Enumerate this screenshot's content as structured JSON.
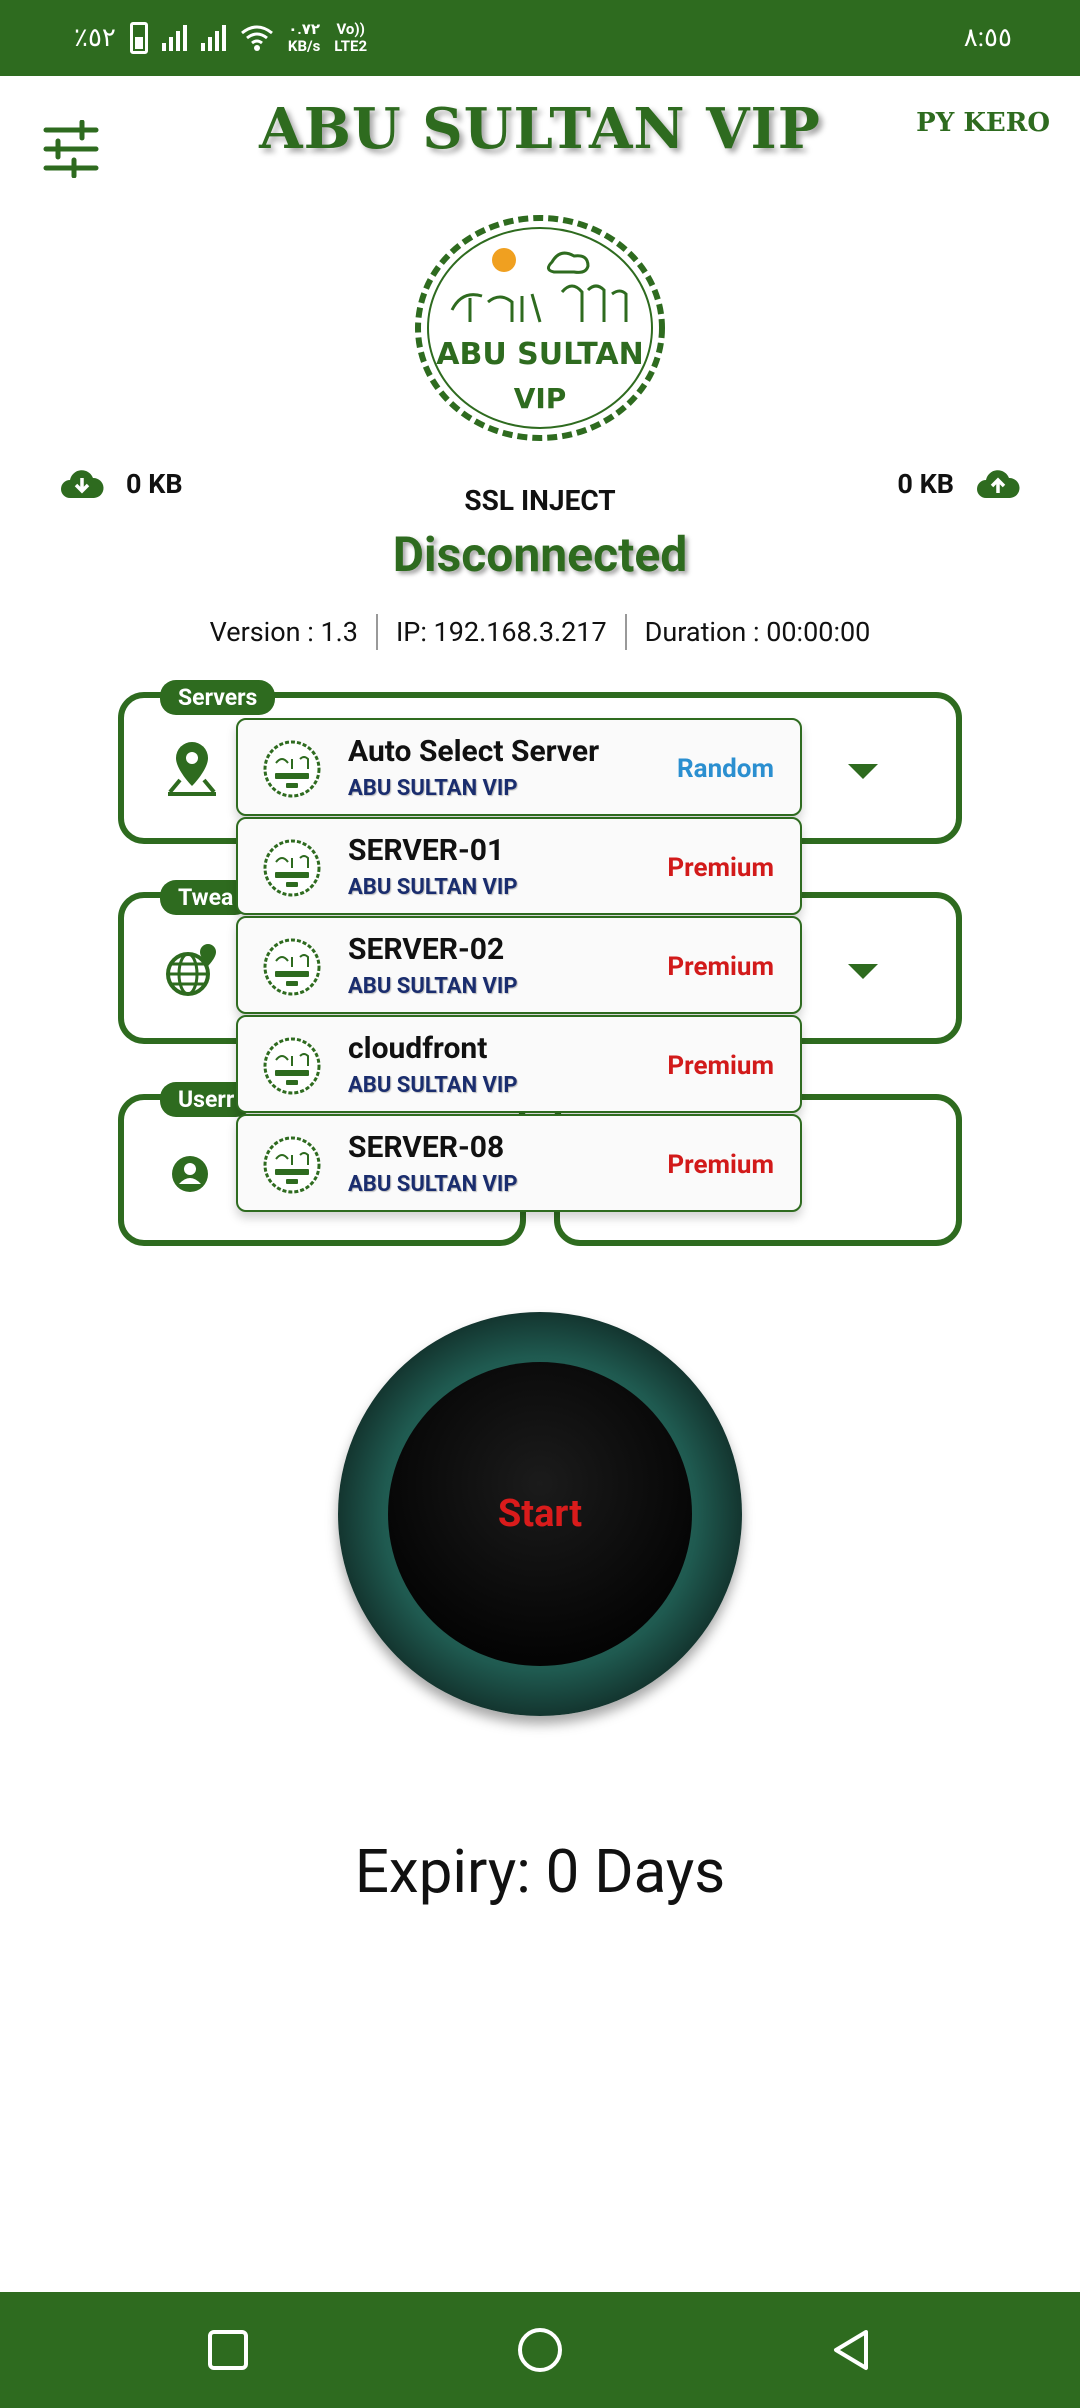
{
  "status_bar": {
    "battery_text": "٪٥٢",
    "net_speed_value": "٠.٧٢",
    "net_speed_unit": "KB/s",
    "volte_top": "Vo))",
    "volte_bottom": "LTE2",
    "time": "٨:٥٥"
  },
  "header": {
    "title": "ABU SULTAN VIP",
    "author": "PY KERO"
  },
  "logo": {
    "line1": "ABU SULTAN",
    "line2": "VIP"
  },
  "traffic": {
    "download": "0 KB",
    "upload": "0 KB"
  },
  "connection": {
    "mode": "SSL INJECT",
    "status": "Disconnected",
    "version": "Version : 1.3",
    "ip": "IP: 192.168.3.217",
    "duration": "Duration : 00:00:00"
  },
  "fields": {
    "servers_label": "Servers",
    "tweaks_label": "Twea",
    "username_label": "Userr"
  },
  "servers": [
    {
      "name": "Auto Select Server",
      "sub": "ABU SULTAN VIP",
      "tag": "Random"
    },
    {
      "name": "SERVER-01",
      "sub": "ABU SULTAN VIP",
      "tag": "Premium"
    },
    {
      "name": "SERVER-02",
      "sub": "ABU SULTAN VIP",
      "tag": "Premium"
    },
    {
      "name": "cloudfront",
      "sub": "ABU SULTAN VIP",
      "tag": "Premium"
    },
    {
      "name": "SERVER-08",
      "sub": "ABU SULTAN VIP",
      "tag": "Premium"
    }
  ],
  "start_button": "Start",
  "expiry": "Expiry: 0 Days",
  "colors": {
    "brand_green": "#2e6b1f",
    "random_blue": "#2b8fd0",
    "premium_red": "#d21a1a"
  }
}
